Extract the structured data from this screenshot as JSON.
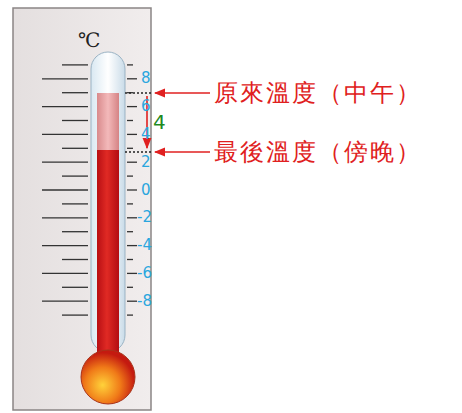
{
  "diagram": {
    "labels": [
      "℃",
      "8",
      "6",
      "4",
      "2",
      "0",
      "-2",
      "-4",
      "-6",
      "-8",
      "4",
      "原來溫度（中午）",
      "最後溫度（傍晚）"
    ]
  }
}
